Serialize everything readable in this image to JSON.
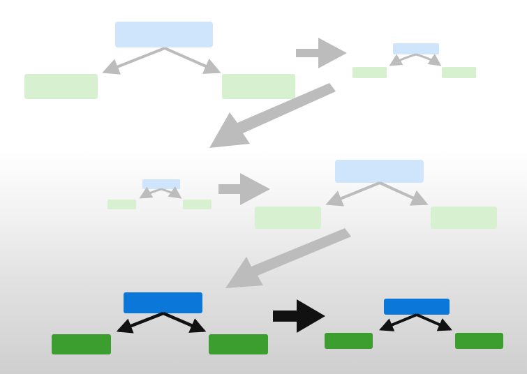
{
  "diagram": {
    "description_free": true,
    "colors": {
      "faded_parent": "#cfe5fb",
      "faded_child": "#d6f0d0",
      "faded_arrow": "#bcbcbc",
      "active_parent": "#0a77d9",
      "active_child": "#3c9e2e",
      "active_arrow": "#111111"
    },
    "trees": [
      {
        "id": "tree-row1-large",
        "state": "faded"
      },
      {
        "id": "tree-row1-small",
        "state": "faded"
      },
      {
        "id": "tree-row2-small",
        "state": "faded"
      },
      {
        "id": "tree-row2-large",
        "state": "faded"
      },
      {
        "id": "tree-row3-large",
        "state": "active"
      },
      {
        "id": "tree-row3-small",
        "state": "active"
      }
    ],
    "transitions": [
      {
        "id": "arrow-row1-right",
        "from": "tree-row1-large",
        "to": "tree-row1-small",
        "state": "faded"
      },
      {
        "id": "arrow-row1-to-row2",
        "from": "tree-row1-small",
        "to": "tree-row2-small",
        "state": "faded"
      },
      {
        "id": "arrow-row2-right",
        "from": "tree-row2-small",
        "to": "tree-row2-large",
        "state": "faded"
      },
      {
        "id": "arrow-row2-to-row3",
        "from": "tree-row2-large",
        "to": "tree-row3-large",
        "state": "faded"
      },
      {
        "id": "arrow-row3-right",
        "from": "tree-row3-large",
        "to": "tree-row3-small",
        "state": "active"
      }
    ]
  }
}
